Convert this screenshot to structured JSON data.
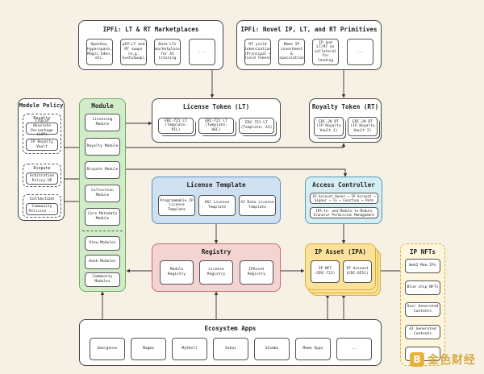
{
  "ipfi_lt": {
    "title": "IPFi: LT & RT Marketplaces",
    "items": [
      "OpenSea, Hyperspace, Magic Eden, etc.",
      "pIP-LT and RT swaps (e.g. SushiSwap)",
      "Data LTs marketplace for AI training",
      "..."
    ]
  },
  "ipfi_novel": {
    "title": "IPFi: Novel IP, LT, and RT Primitives",
    "items": [
      "RT yield tokenization (Principal + Yield Token)",
      "Meme IP investment & speculation",
      "IP and LT/RT as collateral for lending",
      "..."
    ]
  },
  "license_token": {
    "title": "License Token (LT)",
    "items": [
      "ERC-721 LT (Template: PIL)",
      "ERC-721 LT (Template: UGC)",
      "ERC-721 LT (Template: AI)"
    ]
  },
  "royalty_token": {
    "title": "Royalty Token (RT)",
    "items": [
      "ERC-20 RT (IP Royalty Vault 1)",
      "ERC-20 RT (IP Royalty Vault 2)"
    ]
  },
  "module_policy": {
    "title": "Module Policy",
    "groups": [
      {
        "label": "Royalty",
        "items": [
          "Liquid Absolute Percentage (LAP)",
          "IP Royalty Vault"
        ]
      },
      {
        "label": "Dispute",
        "items": [
          "Arbitration Policy UP"
        ]
      },
      {
        "label": "Collection",
        "items": [
          "Community Policies ..."
        ]
      }
    ]
  },
  "module": {
    "title": "Module",
    "items": [
      "Licensing Module",
      "Royalty Module",
      "Dispute Module",
      "Collection Module",
      "Core Metadata Module",
      "View Modules",
      "Hook Modules",
      "Community Modules"
    ]
  },
  "license_template": {
    "title": "License Template",
    "items": [
      "Programmable IP License Template",
      "UGC License Template",
      "AI Data License Template"
    ]
  },
  "access_controller": {
    "title": "Access Controller",
    "items": [
      "IP Account Owner → IP Account → Signer → To → Function → Perm",
      "IPA-to- and Module-to-Module Granular Permission Management"
    ]
  },
  "registry": {
    "title": "Registry",
    "items": [
      "Module Registry",
      "License Registry",
      "IPAsset Registry"
    ]
  },
  "ip_asset": {
    "title": "IP Asset (IPA)",
    "items": [
      "IP NFT (ERC-721)",
      "IP Account (ERC-6551)"
    ]
  },
  "ip_nfts": {
    "title": "IP NFTs",
    "items": [
      "Web2 Mem IPs",
      "Blue chip NFTs",
      "User Generated Contents",
      "AI Generated Contents",
      "..."
    ]
  },
  "ecosystem": {
    "title": "Ecosystem Apps",
    "items": [
      "Emergence",
      "Magma",
      "MyShell",
      "Sekai",
      "SCombo",
      "Meme Apps",
      "..."
    ]
  },
  "watermark": "金色财经",
  "colors": {
    "background": "#f6f1e4",
    "module_fill": "#d2ecc9",
    "module_border": "#6cb05a",
    "template_fill": "#cfe0f0",
    "template_border": "#5c8fc4",
    "access_fill": "#d5edf3",
    "access_border": "#4d9cb7",
    "registry_fill": "#f4d3d3",
    "registry_border": "#cc6b6b",
    "ipa_fill": "#fbe29a",
    "ipa_border": "#d9b03a",
    "nft_fill": "#fdf5dc"
  }
}
